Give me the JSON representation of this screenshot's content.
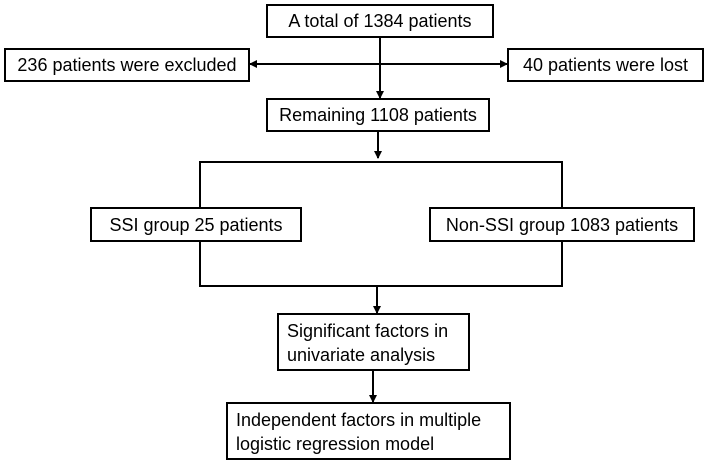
{
  "flowchart": {
    "total": "A total of 1384 patients",
    "excluded": "236 patients were excluded",
    "lost": "40 patients were lost",
    "remaining": "Remaining 1108 patients",
    "ssi_group": "SSI group 25 patients",
    "non_ssi_group": "Non-SSI group 1083 patients",
    "univariate": [
      "Significant factors in",
      "univariate analysis"
    ],
    "multivariate": [
      "Independent factors in multiple",
      "logistic regression model"
    ]
  },
  "colors": {
    "stroke": "#000000",
    "fill": "#ffffff",
    "text": "#000000"
  }
}
